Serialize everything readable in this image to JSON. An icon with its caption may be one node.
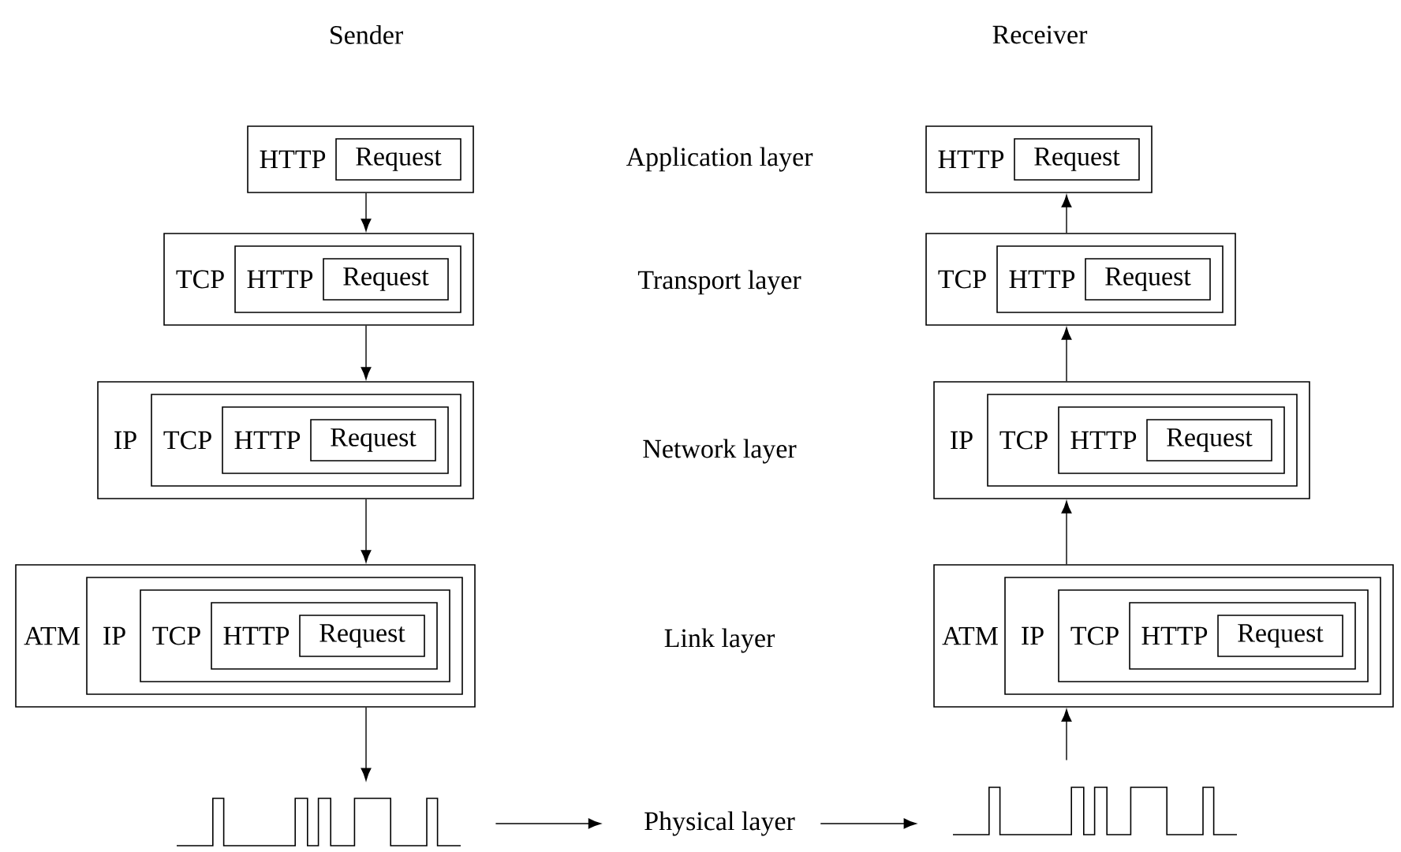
{
  "diagram": {
    "nodes": [
      {
        "text": [
          "HTTP"
        ]
      },
      {
        "text": [
          "Request"
        ],
        "in": 0
      },
      {
        "text": [
          "HTTP"
        ]
      },
      {
        "text": [
          "Request"
        ],
        "in": 2
      },
      {
        "text": [
          "TCP"
        ]
      },
      {
        "text": [
          "HTTP"
        ],
        "in": 4
      },
      {
        "text": [
          "Request"
        ],
        "in": 5
      },
      {
        "text": [
          "TCP"
        ]
      },
      {
        "text": [
          "HTTP"
        ],
        "in": 7
      },
      {
        "text": [
          "Request"
        ],
        "in": 8
      },
      {
        "text": [
          "IP"
        ]
      },
      {
        "text": [
          "TCP"
        ],
        "in": 10
      },
      {
        "text": [
          "HTTP"
        ],
        "in": 11
      },
      {
        "text": [
          "Request"
        ],
        "in": 12
      },
      {
        "text": [
          "IP"
        ]
      },
      {
        "text": [
          "TCP"
        ],
        "in": 14
      },
      {
        "text": [
          "HTTP"
        ],
        "in": 15
      },
      {
        "text": [
          "Request"
        ],
        "in": 16
      },
      {
        "text": [
          "ATM"
        ]
      },
      {
        "text": [
          "IP"
        ],
        "in": 18
      },
      {
        "text": [
          "TCP"
        ],
        "in": 19
      },
      {
        "text": [
          "HTTP"
        ],
        "in": 20
      },
      {
        "text": [
          "Request"
        ],
        "in": 21
      },
      {
        "text": [
          "ATM"
        ]
      },
      {
        "text": [
          "IP"
        ],
        "in": 23
      },
      {
        "text": [
          "TCP"
        ],
        "in": 24
      },
      {
        "text": [
          "HTTP"
        ],
        "in": 25
      },
      {
        "text": [
          "Request"
        ],
        "in": 26
      },
      {
        "text": [],
        "shape": "picture"
      },
      {
        "text": [
          "Physical layer"
        ]
      },
      {
        "text": [],
        "shape": "picture"
      }
    ],
    "edges": [
      {
        "from": 0,
        "to": 4,
        "arrow": "to"
      },
      {
        "from": 4,
        "to": 10,
        "arrow": "to"
      },
      {
        "from": 10,
        "to": 18,
        "arrow": "to"
      },
      {
        "from": 18,
        "to": 28,
        "arrow": "to"
      },
      {
        "from": 28,
        "to": 29,
        "arrow": "to"
      },
      {
        "from": 29,
        "to": 30,
        "arrow": "to"
      },
      {
        "from": 30,
        "to": 23,
        "arrow": "to"
      },
      {
        "from": 23,
        "to": 14,
        "arrow": "to"
      },
      {
        "from": 14,
        "to": 7,
        "arrow": "to"
      },
      {
        "from": 7,
        "to": 2,
        "arrow": "to"
      }
    ],
    "labels": [
      "Sender",
      "Receiver",
      "Application layer",
      "Transport layer",
      "Network layer",
      "Link layer"
    ]
  }
}
